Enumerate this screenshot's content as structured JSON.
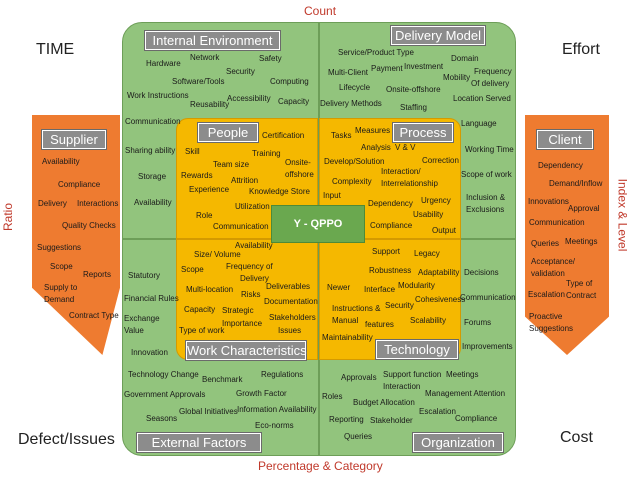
{
  "top_label": "Count",
  "bottom_label": "Percentage & Category",
  "left_label": "Ratio",
  "right_label": "Index & Level",
  "corners": {
    "tl": "TIME",
    "tr": "Effort",
    "bl": "Defect/Issues",
    "br": "Cost"
  },
  "center": "Y - QPPO",
  "internal_environment": {
    "title": "Internal Environment",
    "items": [
      "Network",
      "Safety",
      "Hardware",
      "Security",
      "Software/Tools",
      "Computing",
      "Work Instructions",
      "Accessibility",
      "Reusability",
      "Capacity",
      "Communication",
      "Sharing ability",
      "Storage",
      "Availability"
    ]
  },
  "delivery_model": {
    "title": "Delivery Model",
    "items": [
      "Service/Product Type",
      "Domain",
      "Payment",
      "Investment",
      "Multi-Client",
      "Frequency",
      "Mobility",
      "Of delivery",
      "Lifecycle",
      "Onsite-offshore",
      "Location Served",
      "Delivery Methods",
      "Staffing",
      "Language",
      "Working Time",
      "Scope of work",
      "Inclusion &",
      "Exclusions"
    ]
  },
  "people": {
    "title": "People",
    "items": [
      "Certification",
      "Skill",
      "Training",
      "Team size",
      "Onsite-",
      "Rewards",
      "offshore",
      "Attrition",
      "Experience",
      "Knowledge Store",
      "Utilization",
      "Role",
      "Communication"
    ]
  },
  "process": {
    "title": "Process",
    "items": [
      "Measures",
      "Tasks",
      "Analysis",
      "V & V",
      "Develop/Solution",
      "Correction",
      "Interaction/",
      "Complexity",
      "Interrelationship",
      "Input",
      "Urgency",
      "Dependency",
      "Usability",
      "Compliance",
      "Output"
    ]
  },
  "work_characteristics": {
    "title": "Work Characteristics",
    "items": [
      "Availability",
      "Size/ Volume",
      "Scope",
      "Frequency of",
      "Delivery",
      "Multi-location",
      "Deliverables",
      "Risks",
      "Documentation",
      "Capacity",
      "Strategic",
      "Stakeholders",
      "Importance",
      "Type of work",
      "Issues"
    ]
  },
  "technology": {
    "title": "Technology",
    "items": [
      "Support",
      "Legacy",
      "Robustness",
      "Adaptability",
      "Modularity",
      "Newer",
      "Interface",
      "Cohesiveness",
      "Instructions &",
      "Security",
      "Manual",
      "features",
      "Scalability",
      "Maintainability"
    ]
  },
  "external_factors": {
    "title": "External Factors",
    "items": [
      "Statutory",
      "Financial Rules",
      "Exchange",
      "Value",
      "Innovation",
      "Technology Change",
      "Regulations",
      "Benchmark",
      "Government Approvals",
      "Growth Factor",
      "Global Initiatives",
      "Information Availability",
      "Seasons",
      "Eco-norms"
    ]
  },
  "organization": {
    "title": "Organization",
    "items": [
      "Decisions",
      "Communication",
      "Forums",
      "Improvements",
      "Approvals",
      "Support function",
      "Meetings",
      "Interaction",
      "Roles",
      "Management Attention",
      "Budget Allocation",
      "Escalation",
      "Reporting",
      "Stakeholder",
      "Compliance",
      "Queries"
    ]
  },
  "supplier": {
    "title": "Supplier",
    "items": [
      "Availability",
      "Compliance",
      "Delivery",
      "Interactions",
      "Quality Checks",
      "Suggestions",
      "Scope",
      "Reports",
      "Supply to",
      "Demand",
      "Contract Type"
    ]
  },
  "client": {
    "title": "Client",
    "items": [
      "Dependency",
      "Demand/Inflow",
      "Innovations",
      "Approval",
      "Communication",
      "Queries",
      "Meetings",
      "Acceptance/",
      "validation",
      "Type of",
      "Escalation",
      "Contract",
      "Proactive",
      "Suggestions"
    ]
  }
}
